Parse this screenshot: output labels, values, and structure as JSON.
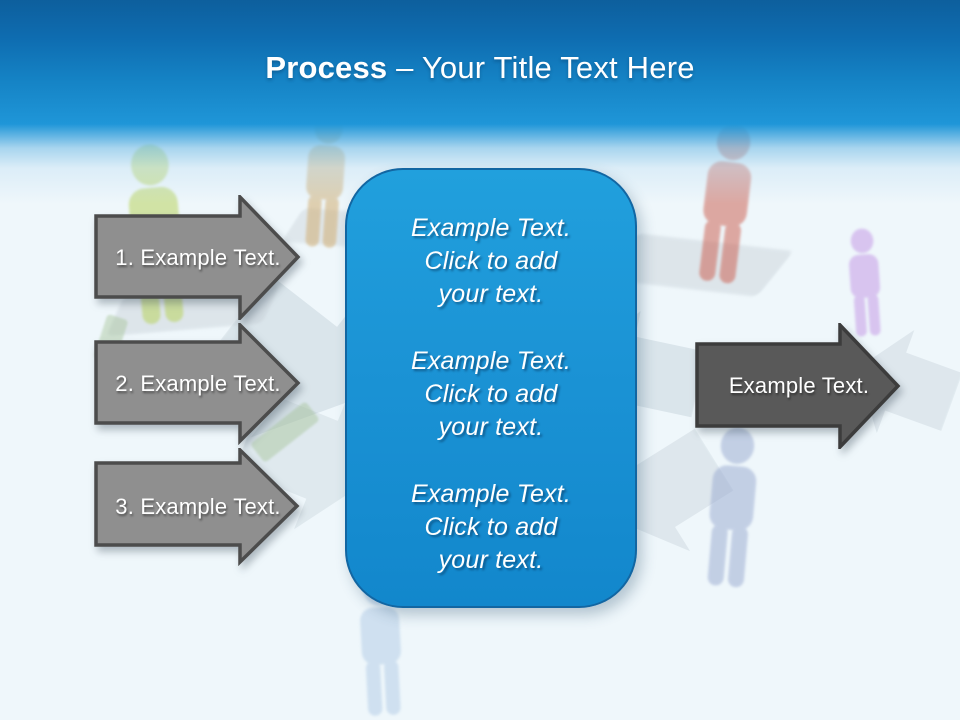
{
  "slide": {
    "title": {
      "bold": "Process",
      "rest": " – Your Title Text Here"
    },
    "left_arrows": [
      {
        "label": "1. Example Text."
      },
      {
        "label": "2. Example Text."
      },
      {
        "label": "3. Example Text."
      }
    ],
    "right_arrow": {
      "label": "Example Text."
    },
    "center_box": {
      "paragraphs": [
        {
          "text": "Example Text.\nClick  to add\nyour text."
        },
        {
          "text": "Example Text.\nClick  to add\nyour text."
        },
        {
          "text": "Example Text.\nClick  to add\nyour text."
        }
      ]
    },
    "colors": {
      "header_top": "#0d5f9d",
      "header_blue": "#1f96d8",
      "background": "#eff7fb",
      "box_fill": "#1b93d5",
      "box_border": "#1266a2",
      "left_arrow_fill": "#8f8f8f",
      "left_arrow_stroke": "#4c4c4c",
      "right_arrow_fill": "#595959",
      "right_arrow_stroke": "#3c3c3c",
      "text_white": "#ffffff"
    },
    "decorations": {
      "person_colors": {
        "green": "#b9d35f",
        "tan": "#cfa868",
        "red": "#cb5a4a",
        "purple": "#c9a3e8",
        "blue": "#97a8cf",
        "lightblue": "#a9c5e3"
      }
    }
  }
}
